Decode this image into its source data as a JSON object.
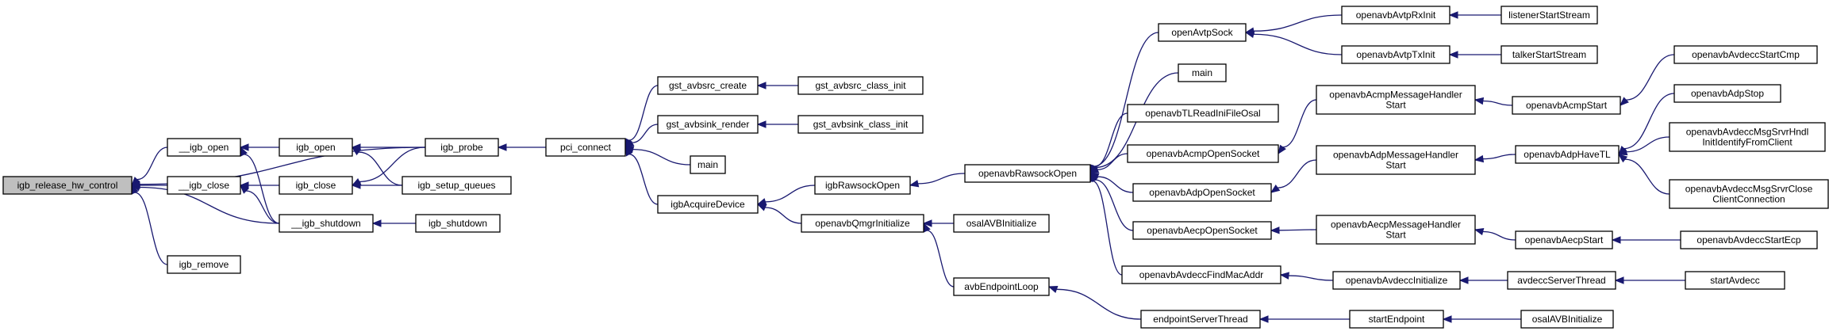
{
  "graph": {
    "colors": {
      "edge": "#191970",
      "root_fill": "#bfbfbf",
      "node_border": "#000000",
      "truncated_border": "#ff0000",
      "background": "#ffffff"
    },
    "nodes": [
      {
        "id": "n0",
        "lines": [
          "igb_release_hw_control"
        ],
        "kind": "root"
      },
      {
        "id": "n1",
        "lines": [
          "__igb_open"
        ]
      },
      {
        "id": "n2",
        "lines": [
          "__igb_close"
        ]
      },
      {
        "id": "n3",
        "lines": [
          "__igb_shutdown"
        ]
      },
      {
        "id": "n4",
        "lines": [
          "igb_remove"
        ]
      },
      {
        "id": "n5",
        "lines": [
          "igb_probe"
        ]
      },
      {
        "id": "n6",
        "lines": [
          "igb_open"
        ]
      },
      {
        "id": "n7",
        "lines": [
          "igb_close"
        ]
      },
      {
        "id": "n8",
        "lines": [
          "igb_setup_queues"
        ]
      },
      {
        "id": "n9",
        "lines": [
          "igb_shutdown"
        ]
      },
      {
        "id": "n10",
        "lines": [
          "pci_connect"
        ]
      },
      {
        "id": "n11",
        "lines": [
          "gst_avbsrc_create"
        ]
      },
      {
        "id": "n12",
        "lines": [
          "gst_avbsink_render"
        ]
      },
      {
        "id": "n13",
        "lines": [
          "main"
        ]
      },
      {
        "id": "n14",
        "lines": [
          "igbAcquireDevice"
        ]
      },
      {
        "id": "n15",
        "lines": [
          "gst_avbsrc_class_init"
        ]
      },
      {
        "id": "n16",
        "lines": [
          "gst_avbsink_class_init"
        ]
      },
      {
        "id": "n17",
        "lines": [
          "igbRawsockOpen"
        ]
      },
      {
        "id": "n18",
        "lines": [
          "openavbQmgrInitialize"
        ]
      },
      {
        "id": "n19",
        "lines": [
          "osalAVBInitialize"
        ]
      },
      {
        "id": "n20",
        "lines": [
          "avbEndpointLoop"
        ]
      },
      {
        "id": "n21",
        "lines": [
          "openavbRawsockOpen"
        ]
      },
      {
        "id": "n22",
        "lines": [
          "endpointServerThread"
        ]
      },
      {
        "id": "n23",
        "lines": [
          "openAvtpSock"
        ]
      },
      {
        "id": "n24",
        "lines": [
          "main"
        ]
      },
      {
        "id": "n25",
        "lines": [
          "openavbTLReadIniFileOsal"
        ]
      },
      {
        "id": "n26",
        "lines": [
          "openavbAcmpOpenSocket"
        ]
      },
      {
        "id": "n27",
        "lines": [
          "openavbAdpOpenSocket"
        ]
      },
      {
        "id": "n28",
        "lines": [
          "openavbAecpOpenSocket"
        ]
      },
      {
        "id": "n29",
        "lines": [
          "openavbAvdeccFindMacAddr"
        ]
      },
      {
        "id": "n30",
        "lines": [
          "openavbAvtpRxInit"
        ]
      },
      {
        "id": "n31",
        "lines": [
          "openavbAvtpTxInit"
        ]
      },
      {
        "id": "n32",
        "lines": [
          "openavbAcmpMessageHandler",
          "Start"
        ]
      },
      {
        "id": "n33",
        "lines": [
          "openavbAdpMessageHandler",
          "Start"
        ]
      },
      {
        "id": "n34",
        "lines": [
          "openavbAecpMessageHandler",
          "Start"
        ]
      },
      {
        "id": "n35",
        "lines": [
          "openavbAvdeccInitialize"
        ]
      },
      {
        "id": "n36",
        "lines": [
          "startEndpoint"
        ]
      },
      {
        "id": "n37",
        "lines": [
          "listenerStartStream"
        ],
        "kind": "truncated"
      },
      {
        "id": "n38",
        "lines": [
          "talkerStartStream"
        ],
        "kind": "truncated"
      },
      {
        "id": "n39",
        "lines": [
          "openavbAcmpStart"
        ]
      },
      {
        "id": "n40",
        "lines": [
          "openavbAdpHaveTL"
        ]
      },
      {
        "id": "n41",
        "lines": [
          "openavbAecpStart"
        ]
      },
      {
        "id": "n42",
        "lines": [
          "avdeccServerThread"
        ]
      },
      {
        "id": "n43",
        "lines": [
          "osalAVBInitialize"
        ],
        "kind": "truncated"
      },
      {
        "id": "n44",
        "lines": [
          "openavbAvdeccStartCmp"
        ],
        "kind": "truncated"
      },
      {
        "id": "n45",
        "lines": [
          "openavbAdpStop"
        ],
        "kind": "truncated"
      },
      {
        "id": "n46",
        "lines": [
          "openavbAvdeccMsgSrvrHndl",
          "InitIdentifyFromClient"
        ],
        "kind": "truncated"
      },
      {
        "id": "n47",
        "lines": [
          "openavbAvdeccMsgSrvrClose",
          "ClientConnection"
        ],
        "kind": "truncated"
      },
      {
        "id": "n48",
        "lines": [
          "openavbAvdeccStartEcp"
        ],
        "kind": "truncated"
      },
      {
        "id": "n49",
        "lines": [
          "startAvdecc"
        ],
        "kind": "truncated"
      }
    ],
    "edges": [
      [
        "n1",
        "n0"
      ],
      [
        "n2",
        "n0"
      ],
      [
        "n3",
        "n0"
      ],
      [
        "n4",
        "n0"
      ],
      [
        "n5",
        "n0"
      ],
      [
        "n6",
        "n1"
      ],
      [
        "n3",
        "n1"
      ],
      [
        "n7",
        "n2"
      ],
      [
        "n3",
        "n2"
      ],
      [
        "n9",
        "n3"
      ],
      [
        "n10",
        "n5"
      ],
      [
        "n5",
        "n6"
      ],
      [
        "n8",
        "n6"
      ],
      [
        "n5",
        "n7"
      ],
      [
        "n8",
        "n7"
      ],
      [
        "n11",
        "n10"
      ],
      [
        "n12",
        "n10"
      ],
      [
        "n13",
        "n10"
      ],
      [
        "n14",
        "n10"
      ],
      [
        "n15",
        "n11"
      ],
      [
        "n16",
        "n12"
      ],
      [
        "n17",
        "n14"
      ],
      [
        "n18",
        "n14"
      ],
      [
        "n19",
        "n18"
      ],
      [
        "n20",
        "n18"
      ],
      [
        "n21",
        "n17"
      ],
      [
        "n22",
        "n20"
      ],
      [
        "n23",
        "n21"
      ],
      [
        "n24",
        "n21"
      ],
      [
        "n25",
        "n21"
      ],
      [
        "n26",
        "n21"
      ],
      [
        "n27",
        "n21"
      ],
      [
        "n28",
        "n21"
      ],
      [
        "n29",
        "n21"
      ],
      [
        "n30",
        "n23"
      ],
      [
        "n31",
        "n23"
      ],
      [
        "n32",
        "n26"
      ],
      [
        "n33",
        "n27"
      ],
      [
        "n34",
        "n28"
      ],
      [
        "n35",
        "n29"
      ],
      [
        "n36",
        "n22"
      ],
      [
        "n37",
        "n30"
      ],
      [
        "n38",
        "n31"
      ],
      [
        "n39",
        "n32"
      ],
      [
        "n40",
        "n33"
      ],
      [
        "n41",
        "n34"
      ],
      [
        "n42",
        "n35"
      ],
      [
        "n43",
        "n36"
      ],
      [
        "n44",
        "n39"
      ],
      [
        "n45",
        "n40"
      ],
      [
        "n46",
        "n40"
      ],
      [
        "n47",
        "n40"
      ],
      [
        "n48",
        "n41"
      ],
      [
        "n49",
        "n42"
      ]
    ]
  }
}
